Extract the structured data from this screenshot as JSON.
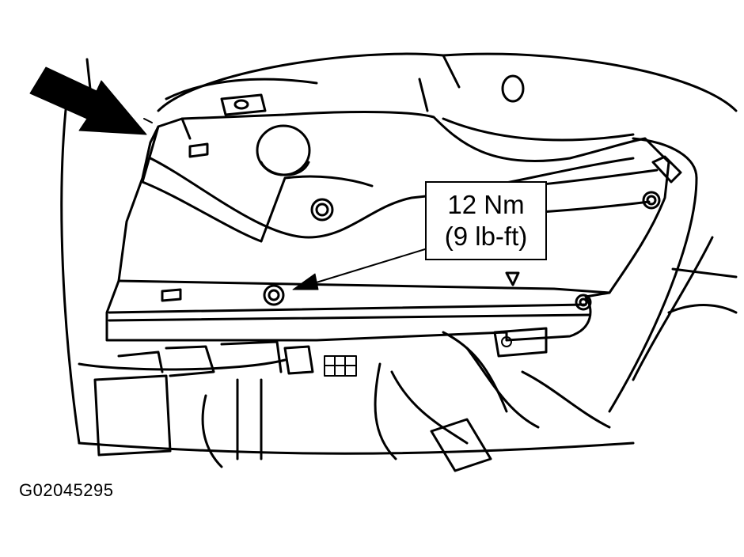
{
  "callout": {
    "torque_metric": "12 Nm",
    "torque_imperial": "(9 lb-ft)"
  },
  "figure": {
    "id": "G02045295"
  },
  "colors": {
    "ink": "#000000",
    "paper": "#ffffff"
  },
  "icons": {
    "location_arrow": "arrow-icon",
    "leader_arrow": "arrow-icon"
  }
}
